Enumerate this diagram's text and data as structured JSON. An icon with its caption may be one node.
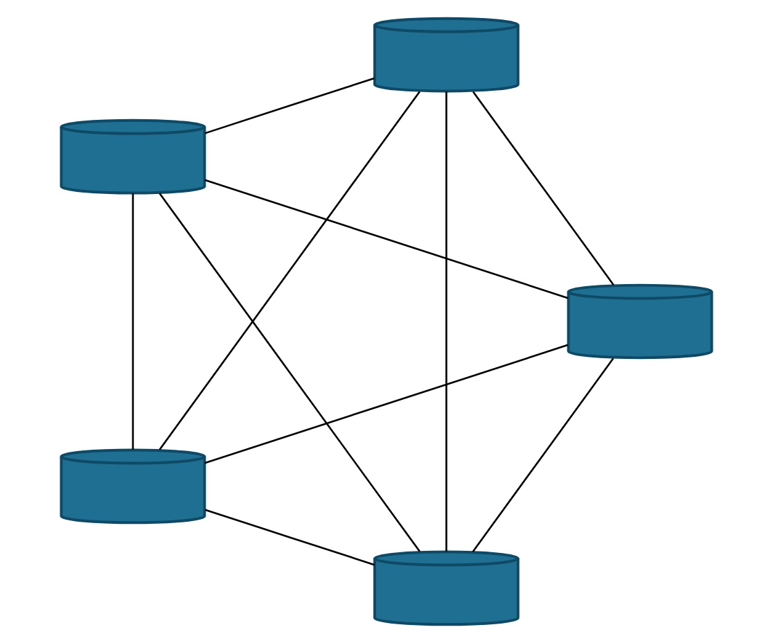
{
  "diagram": {
    "nodes": [
      {
        "text": [],
        "shape": "cylinder"
      },
      {
        "text": [],
        "shape": "cylinder"
      },
      {
        "text": [],
        "shape": "cylinder"
      },
      {
        "text": [],
        "shape": "cylinder"
      },
      {
        "text": [],
        "shape": "cylinder"
      }
    ],
    "edges": [
      {
        "from": 0,
        "to": 1,
        "arrow": "none"
      },
      {
        "from": 0,
        "to": 2,
        "arrow": "none"
      },
      {
        "from": 0,
        "to": 3,
        "arrow": "none"
      },
      {
        "from": 0,
        "to": 4,
        "arrow": "none"
      },
      {
        "from": 1,
        "to": 2,
        "arrow": "none"
      },
      {
        "from": 1,
        "to": 3,
        "arrow": "none"
      },
      {
        "from": 1,
        "to": 4,
        "arrow": "none"
      },
      {
        "from": 2,
        "to": 3,
        "arrow": "none"
      },
      {
        "from": 2,
        "to": 4,
        "arrow": "none"
      },
      {
        "from": 3,
        "to": 4,
        "arrow": "none"
      }
    ]
  }
}
